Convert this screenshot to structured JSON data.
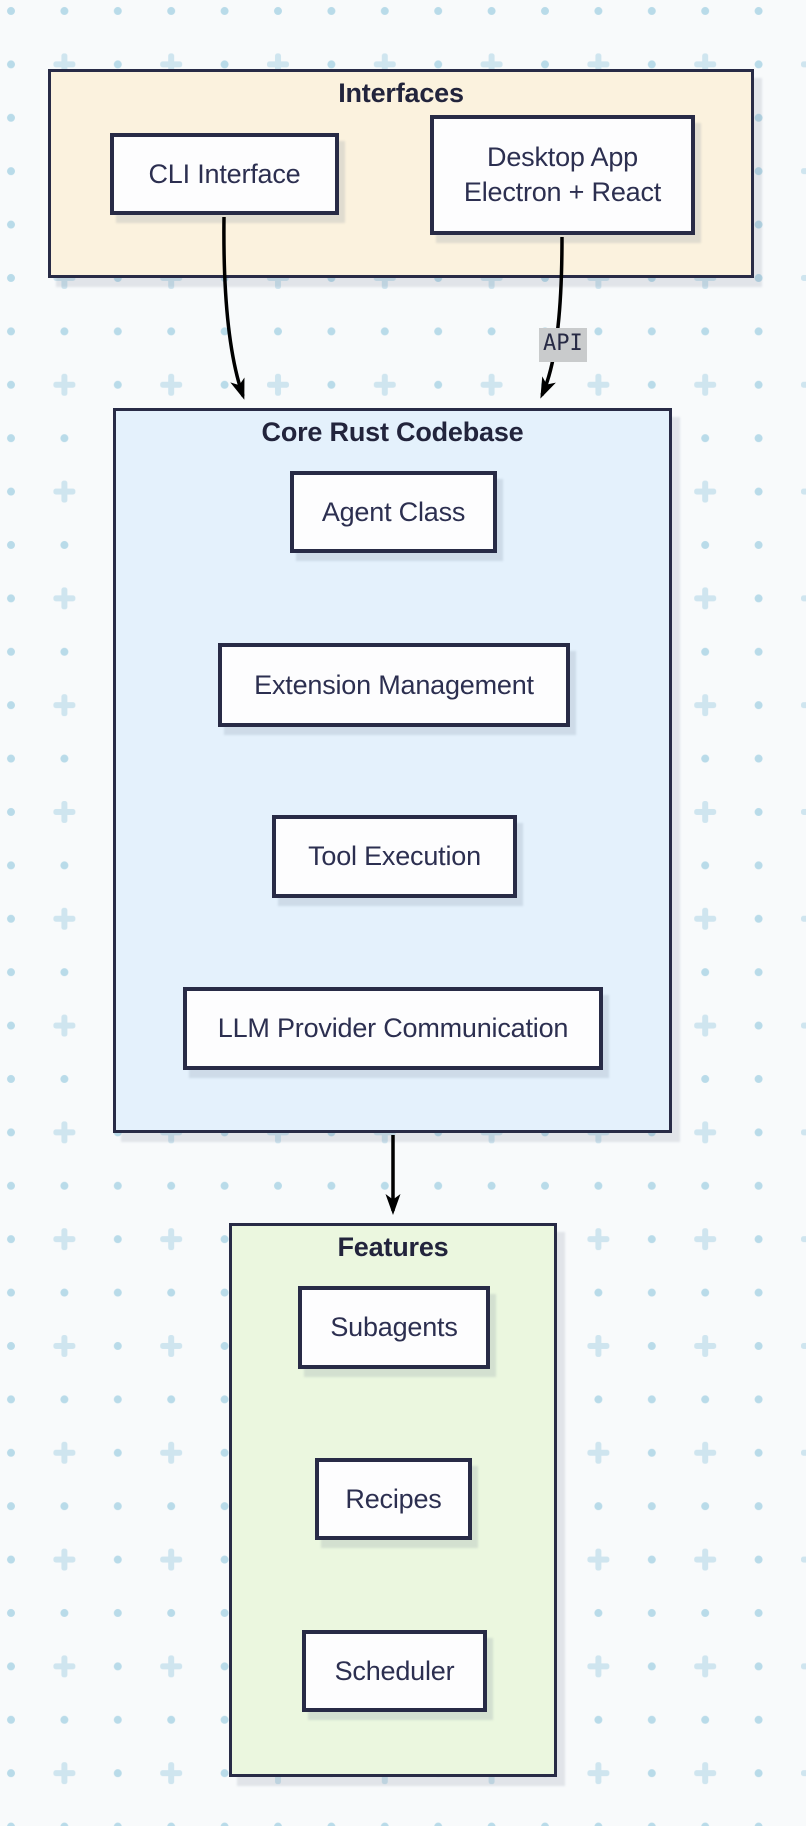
{
  "diagram": {
    "background": {
      "base_color": "#f8fafb",
      "dot_color": "#b9dbe9",
      "plus_color": "#cfe5ef"
    },
    "colors": {
      "group_border": "#282b46",
      "node_border": "#282b46",
      "node_fill": "#fdfdfe",
      "text": "#2c2f50",
      "arrow": "#000000",
      "edge_label_bg": "#c9cbcc"
    },
    "groups": [
      {
        "title": "Interfaces",
        "fill": "#fbf2de",
        "nodes": [
          {
            "label": "CLI Interface"
          },
          {
            "lines": [
              "Desktop App",
              "Electron + React"
            ]
          }
        ]
      },
      {
        "title": "Core Rust Codebase",
        "fill": "#e4f1fc",
        "nodes": [
          {
            "label": "Agent Class"
          },
          {
            "label": "Extension Management"
          },
          {
            "label": "Tool Execution"
          },
          {
            "label": "LLM Provider Communication"
          }
        ]
      },
      {
        "title": "Features",
        "fill": "#ebf7df",
        "nodes": [
          {
            "label": "Subagents"
          },
          {
            "label": "Recipes"
          },
          {
            "label": "Scheduler"
          }
        ]
      }
    ],
    "edges": [
      {
        "from": "CLI Interface",
        "to": "Core Rust Codebase",
        "label": ""
      },
      {
        "from": "Desktop App Electron + React",
        "to": "Core Rust Codebase",
        "label": "API"
      },
      {
        "from": "Core Rust Codebase",
        "to": "Features",
        "label": ""
      }
    ]
  }
}
